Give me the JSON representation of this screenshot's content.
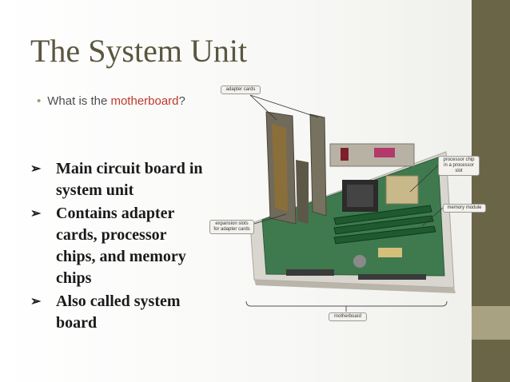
{
  "slide": {
    "title": "The System Unit",
    "question": {
      "prefix": "What is the ",
      "highlight": "motherboard",
      "suffix": "?"
    },
    "bullets": [
      "Main circuit board in system unit",
      "Contains adapter cards, processor chips, and memory chips",
      "Also called system board"
    ]
  },
  "figure": {
    "callouts": {
      "adapter_cards": "adapter cards",
      "processor_chip": "processor chip in a processor slot",
      "memory_module": "memory module",
      "expansion_slots": "expansion slots for adapter cards",
      "motherboard": "motherboard"
    }
  },
  "colors": {
    "sidebar": "#6b6548",
    "sidebar_accent": "#a8a282",
    "title": "#5b563f",
    "highlight": "#c0392b"
  }
}
